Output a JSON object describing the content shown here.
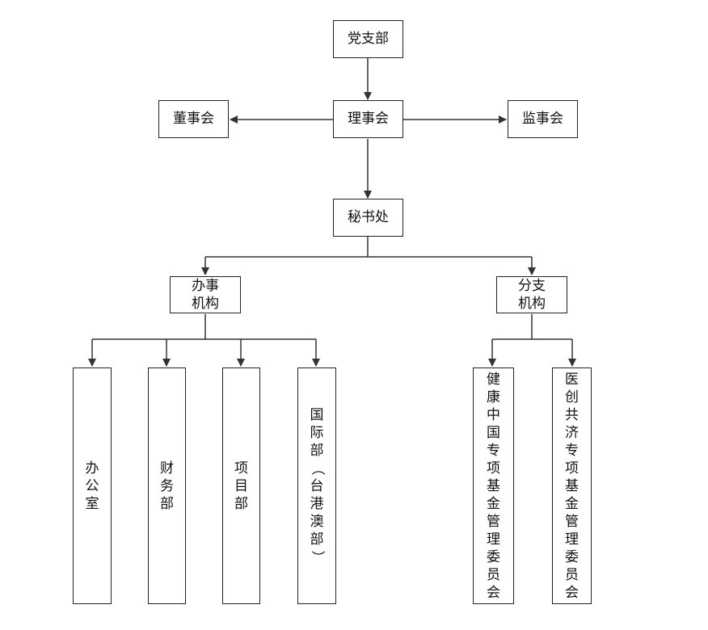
{
  "nodes": {
    "party_branch": "党支部",
    "council": "理事会",
    "board": "董事会",
    "supervisory": "监事会",
    "secretariat": "秘书处",
    "office_units": [
      "办事",
      "机构"
    ],
    "branch_units": [
      "分支",
      "机构"
    ],
    "office": "办公室",
    "finance": "财务部",
    "projects": "项目部",
    "international": "国际部（台港澳部）",
    "healthy_china_fund": "健康中国专项基金管理委员会",
    "medical_innovation_fund": "医创共济专项基金管理委员会"
  },
  "colors": {
    "line": "#333333",
    "border": "#222222",
    "text": "#111111"
  }
}
